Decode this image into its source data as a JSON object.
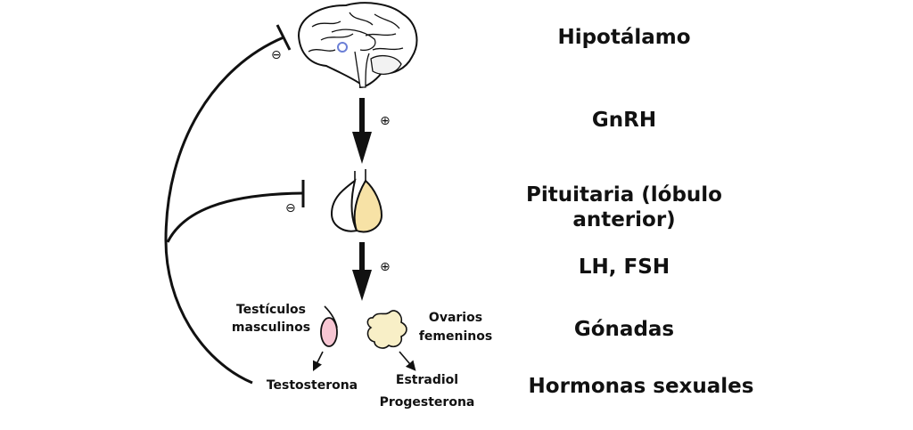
{
  "levels": {
    "hypothalamus": "Hipotálamo",
    "gnrh": "GnRH",
    "pituitary_line1": "Pituitaria (lóbulo",
    "pituitary_line2": "anterior)",
    "lh_fsh": "LH, FSH",
    "gonads": "Gónadas",
    "sex_hormones": "Hormonas sexuales"
  },
  "gonads": {
    "male_line1": "Testículos",
    "male_line2": "masculinos",
    "female_line1": "Ovarios",
    "female_line2": "femeninos"
  },
  "hormones": {
    "male": "Testosterona",
    "female_line1": "Estradiol",
    "female_line2": "Progesterona"
  },
  "signs": {
    "stimulation": "⊕",
    "inhibition": "⊖"
  },
  "colors": {
    "pituitary_anterior": "#f7e2a6",
    "testis": "#f7c6d3",
    "ovary": "#f8efc7",
    "hypothalamus_marker": "#6b7fd6",
    "stroke": "#111111"
  },
  "icons": {
    "brain": "brain-icon",
    "pituitary": "pituitary-gland-icon",
    "testis": "testis-icon",
    "ovary": "ovary-icon"
  }
}
